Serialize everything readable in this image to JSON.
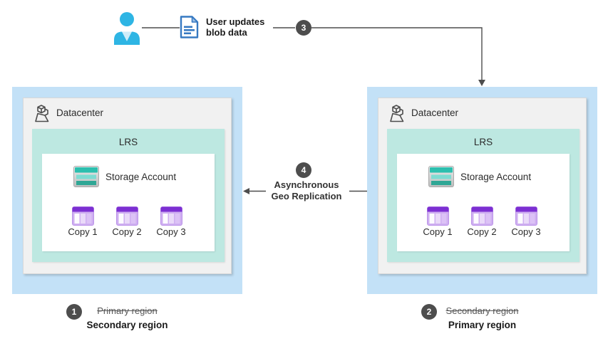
{
  "flow": {
    "user_update_line1": "User updates",
    "user_update_line2": "blob data",
    "step3_badge": "3",
    "step4_badge": "4",
    "replication_line1": "Asynchronous",
    "replication_line2": "Geo Replication"
  },
  "regions": [
    {
      "datacenter_label": "Datacenter",
      "lrs_label": "LRS",
      "storage_label": "Storage Account",
      "copies": [
        "Copy 1",
        "Copy 2",
        "Copy 3"
      ],
      "step_badge": "1",
      "previous_role": "Primary region",
      "current_role": "Secondary region"
    },
    {
      "datacenter_label": "Datacenter",
      "lrs_label": "LRS",
      "storage_label": "Storage Account",
      "copies": [
        "Copy 1",
        "Copy 2",
        "Copy 3"
      ],
      "step_badge": "2",
      "previous_role": "Secondary region",
      "current_role": "Primary region"
    }
  ],
  "icons": {
    "person": "user-person-icon",
    "document": "blob-document-icon",
    "datacenter": "datacenter-building-icon",
    "storage": "storage-account-icon",
    "copy": "table-copy-icon"
  },
  "colors": {
    "region_fill": "#C3E1F7",
    "datacenter_fill": "#F1F1F1",
    "lrs_fill": "#BDE8E1",
    "badge_fill": "#4D4D4D",
    "person_cyan": "#2EB5E4",
    "document_blue": "#3679C2",
    "storage_teal": "#2CBFAE",
    "copy_purple": "#7C2FD2",
    "connector_gray": "#4D4D4D"
  }
}
